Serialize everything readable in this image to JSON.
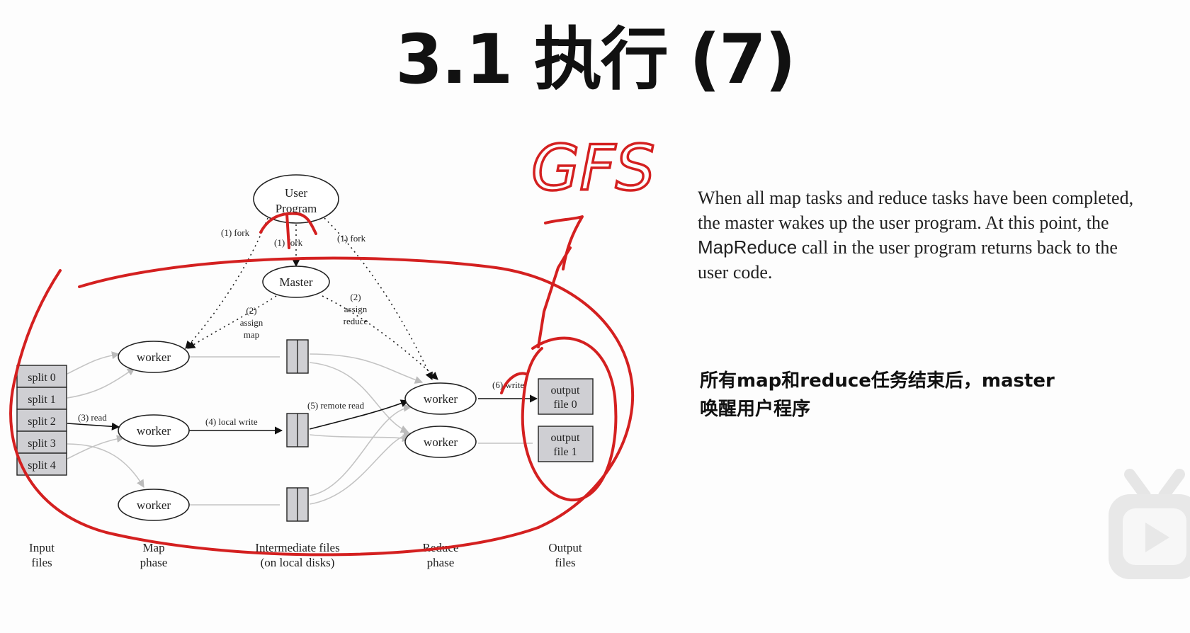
{
  "slide": {
    "title": "3.1 执行 (7)",
    "description_en": {
      "before_code": "When all map tasks and reduce tasks have been completed, the master wakes up the user program. At this point, the ",
      "code": "MapReduce",
      "after_code": " call in the user program returns back to the user code."
    },
    "description_zh": "所有map和reduce任务结束后，master唤醒用户程序"
  },
  "diagram": {
    "user_program": [
      "User",
      "Program"
    ],
    "master": "Master",
    "fork_left": "(1) fork",
    "fork_mid": "(1) fork",
    "fork_right": "(1) fork",
    "assign_map": [
      "(2)",
      "assign",
      "map"
    ],
    "assign_reduce": [
      "(2)",
      "assign",
      "reduce"
    ],
    "splits": [
      "split 0",
      "split 1",
      "split 2",
      "split 3",
      "split 4"
    ],
    "map_workers": [
      "worker",
      "worker",
      "worker"
    ],
    "reduce_workers": [
      "worker",
      "worker"
    ],
    "read_label": "(3) read",
    "local_write_label": "(4) local write",
    "remote_read_label": "(5) remote read",
    "write_label": "(6) write",
    "outputs": [
      [
        "output",
        "file 0"
      ],
      [
        "output",
        "file 1"
      ]
    ],
    "columns": {
      "input": [
        "Input",
        "files"
      ],
      "map": [
        "Map",
        "phase"
      ],
      "intermediate": [
        "Intermediate files",
        "(on local disks)"
      ],
      "reduce": [
        "Reduce",
        "phase"
      ],
      "output": [
        "Output",
        "files"
      ]
    },
    "annotation_handwritten": "GFS",
    "annotation_color": "#d42020"
  }
}
